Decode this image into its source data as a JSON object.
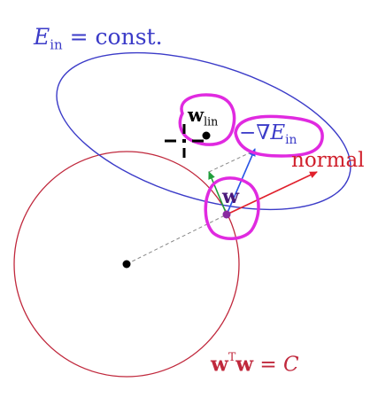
{
  "labels": {
    "ein_const": {
      "main": "E",
      "sub": "in",
      "rest": " = const."
    },
    "w_lin": {
      "main": "w",
      "sub": "lin"
    },
    "neg_grad": {
      "prefix": "−∇",
      "main": "E",
      "sub": "in"
    },
    "normal": "normal",
    "w": "w",
    "constraint": {
      "w1": "w",
      "sup": "T",
      "w2": "w",
      "rest": " = ",
      "c": "C"
    }
  },
  "colors": {
    "ellipse": "#3b3bc8",
    "circle": "#c0283c",
    "normal_arrow": "#e0202c",
    "gradient_arrow": "#2a55e6",
    "green_arrow": "#1f9e3a",
    "annotation": "#e02ae0",
    "dashed": "#888888",
    "point": "#000000",
    "w_point": "#8a2aa0",
    "ein_label": "#3b3bc8",
    "w_lin_label": "#000000",
    "grad_label": "#3b3bc8",
    "normal_label": "#d0202c",
    "w_label": "#4a1a7a",
    "constraint_label": "#c0283c"
  }
}
